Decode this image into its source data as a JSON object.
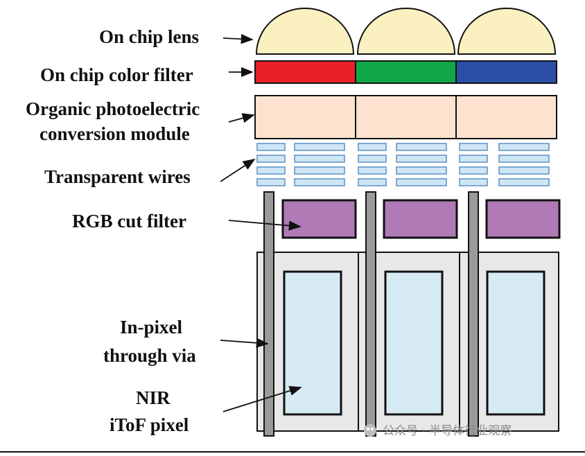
{
  "labels": {
    "lens": "On chip lens",
    "color_filter": "On chip color filter",
    "organic_line1": "Organic photoelectric",
    "organic_line2": "conversion module",
    "wires": "Transparent wires",
    "rgb_cut": "RGB cut filter",
    "via_line1": "In-pixel",
    "via_line2": "through via",
    "nir_line1": "NIR",
    "nir_line2": "iToF pixel"
  },
  "watermark": "公众号 · 半导体行业观察",
  "colors": {
    "lens": "#fbf0c0",
    "filter_red": "#e8202a",
    "filter_green": "#12a84a",
    "filter_blue": "#2b4ea8",
    "organic": "#fde3cf",
    "wire": "#cfe6f5",
    "rgb_cut": "#b07ab6",
    "pixel_body": "#e8e8e8",
    "nir": "#d6eaf3",
    "via": "#9a9a9a"
  }
}
